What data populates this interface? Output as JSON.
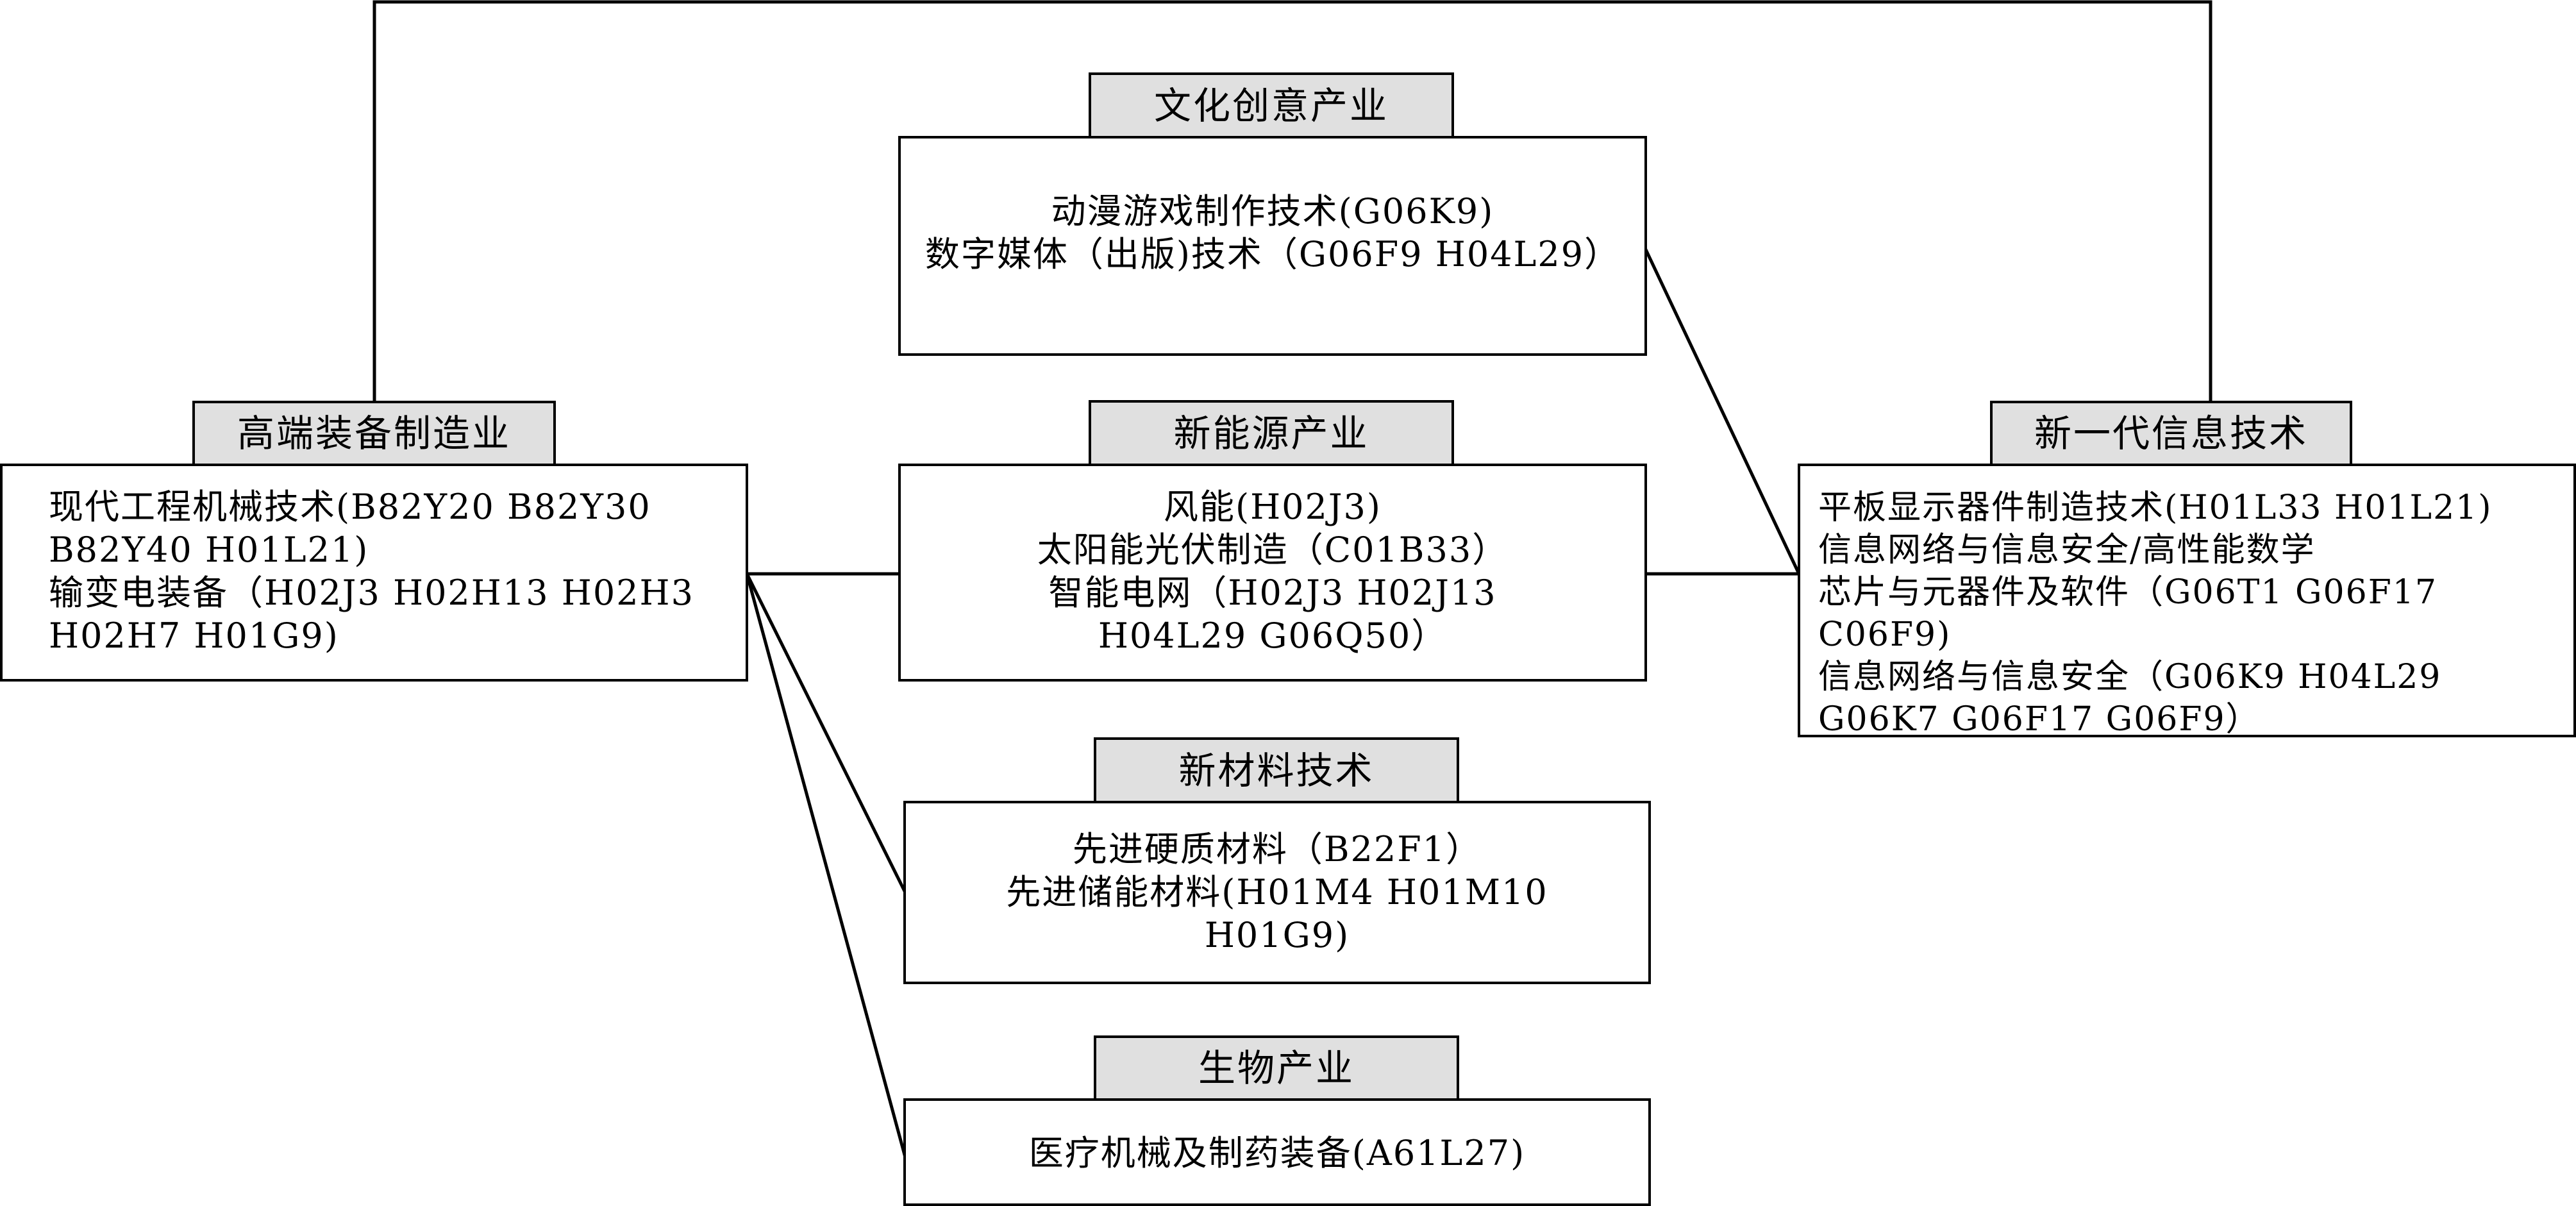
{
  "diagram": {
    "nodes": [
      {
        "id": "high-end-equipment",
        "title": "高端装备制造业",
        "lines": [
          "现代工程机械技术(B82Y20  B82Y30",
          "B82Y40  H01L21)",
          "输变电装备（H02J3  H02H13 H02H3",
          "H02H7 H01G9)"
        ]
      },
      {
        "id": "cultural-creative",
        "title": "文化创意产业",
        "lines": [
          "动漫游戏制作技术(G06K9)",
          "数字媒体（出版)技术（G06F9  H04L29）"
        ]
      },
      {
        "id": "new-energy",
        "title": "新能源产业",
        "lines": [
          "风能(H02J3)",
          "太阳能光伏制造（C01B33）",
          "智能电网（H02J3  H02J13",
          "H04L29  G06Q50）"
        ]
      },
      {
        "id": "new-materials",
        "title": "新材料技术",
        "lines": [
          "先进硬质材料（B22F1）",
          "先进储能材料(H01M4  H01M10",
          "H01G9)"
        ]
      },
      {
        "id": "biology",
        "title": "生物产业",
        "lines": [
          "医疗机械及制药装备(A61L27)"
        ]
      },
      {
        "id": "next-gen-it",
        "title": "新一代信息技术",
        "lines": [
          "平板显示器件制造技术(H01L33 H01L21)",
          "信息网络与信息安全/高性能数学",
          "芯片与元器件及软件（G06T1  G06F17",
          "C06F9)",
          "信息网络与信息安全（G06K9  H04L29",
          "G06K7  G06F17  G06F9）"
        ]
      }
    ]
  }
}
